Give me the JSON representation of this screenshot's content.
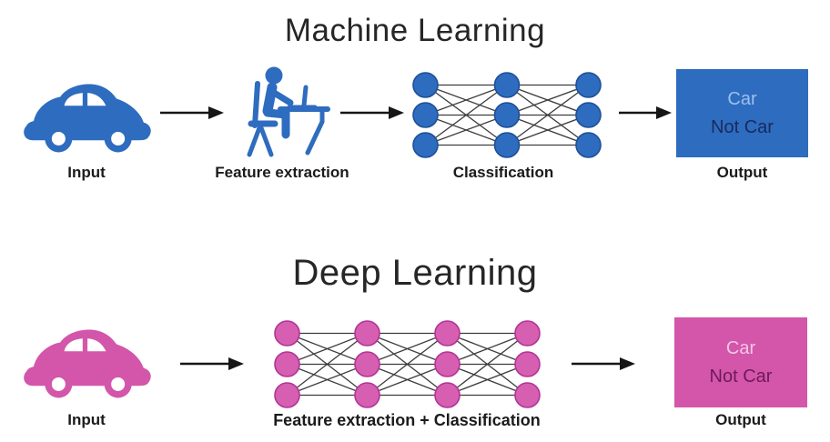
{
  "colors": {
    "ml_accent": "#2e6cbf",
    "ml_accent_dark": "#1d4f97",
    "dl_accent": "#d356ab",
    "dl_accent_dark": "#b23394",
    "arrow": "#161616",
    "link": "#3d3d3d",
    "title_text": "#262626",
    "label_text": "#1b1b1b",
    "output_blue_line1_text": "#9cc0ee",
    "output_blue_line2_text": "#182a5e",
    "output_pink_line1_text": "#f2c6e3",
    "output_pink_line2_text": "#6e1a5a"
  },
  "machine_learning": {
    "title": "Machine Learning",
    "steps": [
      {
        "label": "Input",
        "icon": "car-icon"
      },
      {
        "label": "Feature extraction",
        "icon": "person-at-laptop-icon"
      },
      {
        "label": "Classification",
        "icon": "neural-network"
      },
      {
        "label": "Output",
        "icon": "output-box"
      }
    ],
    "network": {
      "layers": 3,
      "nodes_per_layer": 3,
      "node_fill": "#2e6cbf",
      "node_stroke": "#1d4f97",
      "link_color": "#3d3d3d"
    },
    "output_box": {
      "line1": "Car",
      "line2": "Not Car"
    }
  },
  "deep_learning": {
    "title": "Deep Learning",
    "steps": [
      {
        "label": "Input",
        "icon": "car-icon"
      },
      {
        "label": "Feature extraction + Classification",
        "icon": "neural-network"
      },
      {
        "label": "Output",
        "icon": "output-box"
      }
    ],
    "network": {
      "layers": 4,
      "nodes_per_layer": 3,
      "node_fill": "#d65fb2",
      "node_stroke": "#b23394",
      "link_color": "#3d3d3d"
    },
    "output_box": {
      "line1": "Car",
      "line2": "Not Car"
    }
  }
}
